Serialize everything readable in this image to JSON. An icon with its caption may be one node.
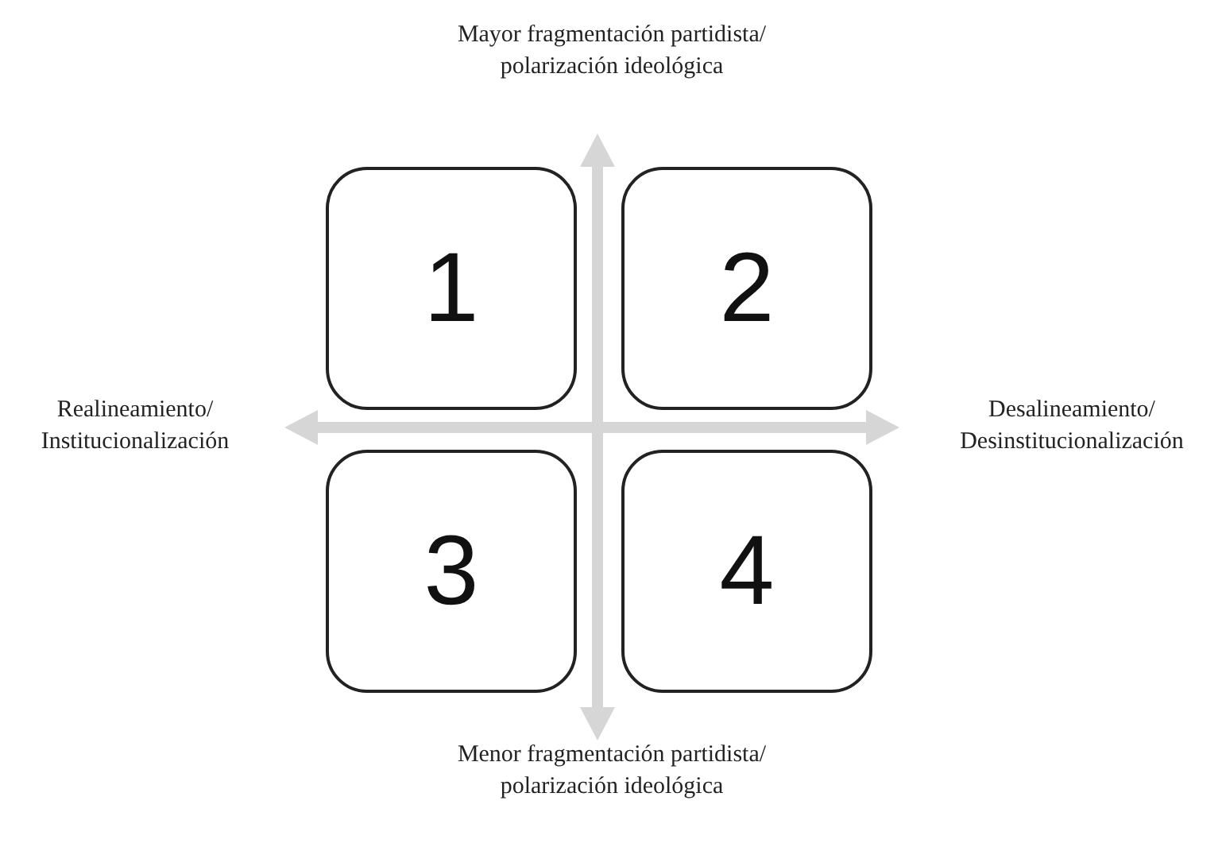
{
  "diagram": {
    "nodes": [
      {
        "text": [
          "1"
        ]
      },
      {
        "text": [
          "2"
        ]
      },
      {
        "text": [
          "3"
        ]
      },
      {
        "text": [
          "4"
        ]
      }
    ],
    "labels": [
      "Mayor fragmentación partidista/ polarización ideológica",
      "Realineamiento/ Institucionalización",
      "Desalineamiento/ Desinstitucionalización",
      "Menor fragmentación partidista/ polarización ideológica"
    ]
  }
}
